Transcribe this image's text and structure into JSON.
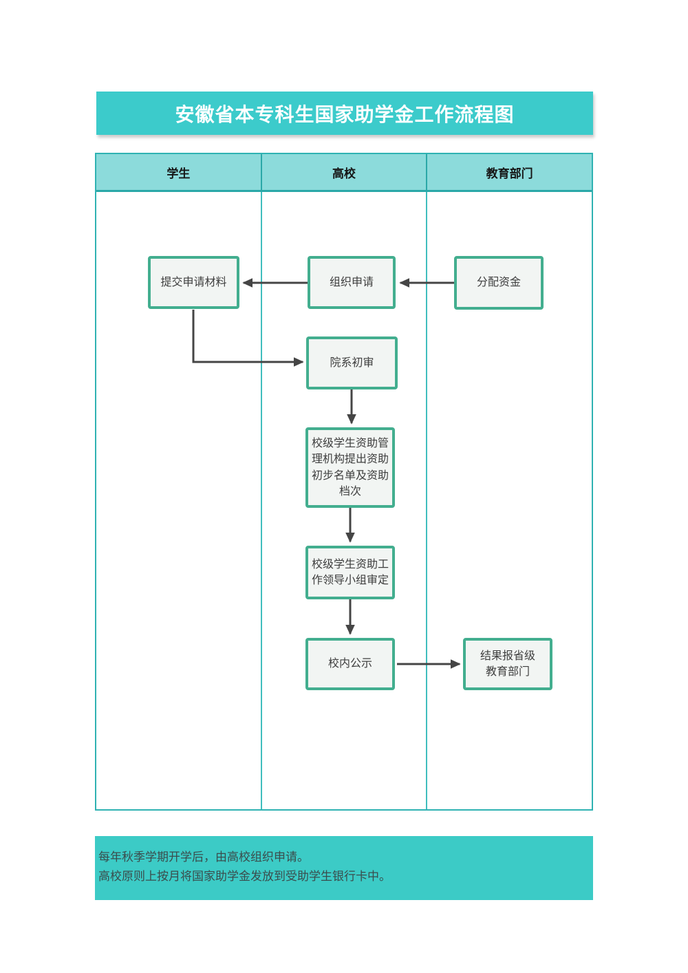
{
  "title": "安徽省本专科生国家助学金工作流程图",
  "lanes": [
    "学生",
    "高校",
    "教育部门"
  ],
  "nodes": [
    {
      "id": "submit-materials",
      "lane": "学生",
      "label": "提交申请材料"
    },
    {
      "id": "organize-application",
      "lane": "高校",
      "label": "组织申请"
    },
    {
      "id": "allocate-funds",
      "lane": "教育部门",
      "label": "分配资金"
    },
    {
      "id": "department-preliminary-review",
      "lane": "高校",
      "label": "院系初审"
    },
    {
      "id": "aid-office-proposes-list",
      "lane": "高校",
      "label": "校级学生资助管\n理机构提出资助\n初步名单及资助\n档次"
    },
    {
      "id": "leading-group-approval",
      "lane": "高校",
      "label": "校级学生资助工\n作领导小组审定"
    },
    {
      "id": "campus-publicity",
      "lane": "高校",
      "label": "校内公示"
    },
    {
      "id": "report-to-provincial-dept",
      "lane": "教育部门",
      "label": "结果报省级\n教育部门"
    }
  ],
  "edges": [
    {
      "from": "allocate-funds",
      "to": "organize-application"
    },
    {
      "from": "organize-application",
      "to": "submit-materials"
    },
    {
      "from": "submit-materials",
      "to": "department-preliminary-review"
    },
    {
      "from": "department-preliminary-review",
      "to": "aid-office-proposes-list"
    },
    {
      "from": "aid-office-proposes-list",
      "to": "leading-group-approval"
    },
    {
      "from": "leading-group-approval",
      "to": "campus-publicity"
    },
    {
      "from": "campus-publicity",
      "to": "report-to-provincial-dept"
    }
  ],
  "footer_note": "每年秋季学期开学后，由高校组织申请。\n高校原则上按月将国家助学金发放到受助学生银行卡中。",
  "colors": {
    "teal_bar": "#3ccbcb",
    "lane_header_fill": "#8cdbdb",
    "table_border": "#2fb2b2",
    "lane_divider": "#3fbdbd",
    "node_border": "#43ae8f",
    "node_fill": "#f2f5f3",
    "arrow": "#454545"
  }
}
